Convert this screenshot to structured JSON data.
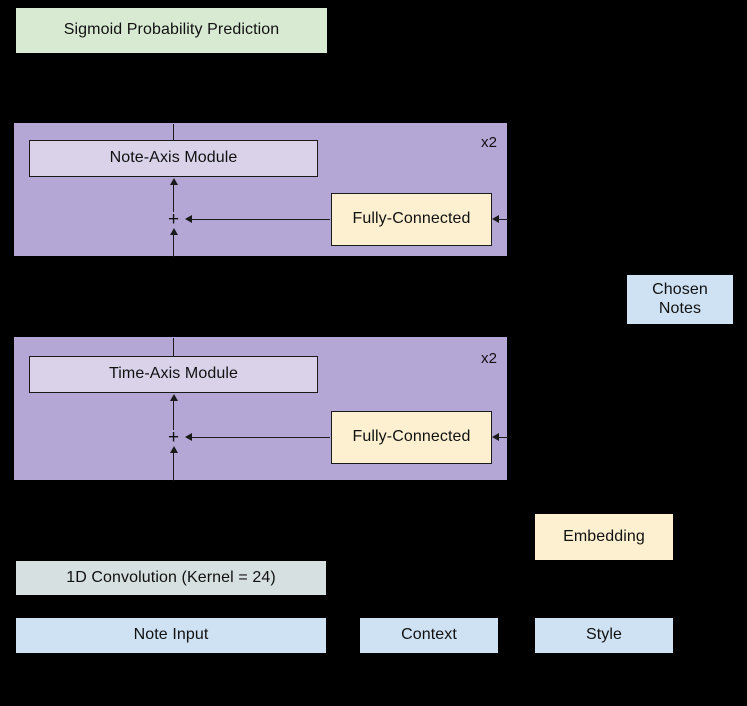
{
  "diagram": {
    "title": "Biaxial music generation network architecture",
    "background_color": "#000000",
    "colors": {
      "output": "#d9ead3",
      "input": "#cfe2f3",
      "conv": "#d6e0e0",
      "dense": "#fdf0d0",
      "module": "#d9d2e9",
      "container": "#b4a7d6",
      "stroke": "#1a1a1a",
      "text": "#111111"
    },
    "nodes": {
      "output": {
        "label": "Sigmoid Probability Prediction"
      },
      "note_axis_block": {
        "module_label": "Note-Axis Module",
        "dense_label": "Fully-Connected",
        "repeat_label": "x2",
        "sum_label": "+"
      },
      "time_axis_block": {
        "module_label": "Time-Axis Module",
        "dense_label": "Fully-Connected",
        "repeat_label": "x2",
        "sum_label": "+"
      },
      "chosen_notes": {
        "label": "Chosen\nNotes"
      },
      "embedding": {
        "label": "Embedding"
      },
      "convolution": {
        "label": "1D Convolution (Kernel = 24)"
      },
      "note_input": {
        "label": "Note Input"
      },
      "context": {
        "label": "Context"
      },
      "style": {
        "label": "Style"
      }
    }
  }
}
